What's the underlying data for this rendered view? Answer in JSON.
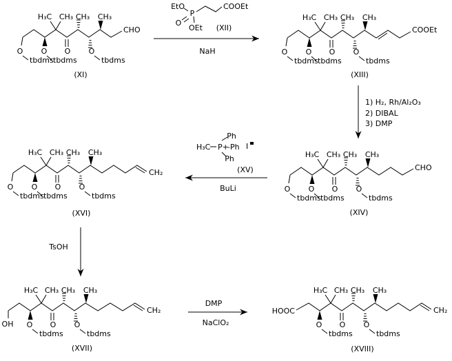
{
  "scheme": {
    "atoms": {
      "h3c": "H₃C",
      "ch3": "CH₃",
      "ch2": "CH₂",
      "o": "O",
      "oh": "OH",
      "cho": "CHO",
      "cooet": "COOEt",
      "hooc": "HOOC",
      "otbs": "tbdms"
    },
    "compounds": {
      "xi": "(XI)",
      "xii": "(XII)",
      "xiii": "(XIII)",
      "xiv": "(XIV)",
      "xv": "(XV)",
      "xvi": "(XVI)",
      "xvii": "(XVII)",
      "xviii": "(XVIII)"
    },
    "reagents": {
      "nah": "NaH",
      "hydrogenation": "1) H₂, Rh/Al₂O₃",
      "dibal": "2) DIBAL",
      "dmp_step": "3) DMP",
      "buli": "BuLi",
      "tsoh": "TsOH",
      "dmp": "DMP",
      "naclo2": "NaClO₂"
    },
    "phosphonate": {
      "eto": "EtO",
      "p": "P",
      "o": "O",
      "oet": "OEt",
      "cooet": "COOEt"
    },
    "ylide": {
      "ph_top": "Ph",
      "h3c": "H₃C",
      "p_plus": "P+",
      "ph_right": "-Ph",
      "iodide": "I",
      "ph_bottom": "Ph"
    }
  }
}
